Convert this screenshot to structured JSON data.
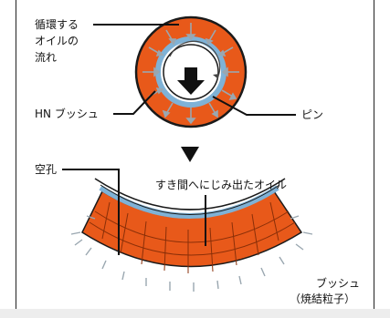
{
  "labels": {
    "circulating_oil": [
      "循環する",
      "オイルの",
      "流れ"
    ],
    "hn_bush": "HN ブッシュ",
    "pin": "ピン",
    "pore": "空孔",
    "seeped_oil": "すき間へにじみ出たオイル",
    "bush": "ブッシュ",
    "sintered_particles": "（焼結粒子）"
  },
  "colors": {
    "sintered_orange": "#e8591a",
    "oil_blue": "#7fb2d6",
    "pore_gray": "#9aa7b0",
    "outline": "#1a1a1a"
  }
}
